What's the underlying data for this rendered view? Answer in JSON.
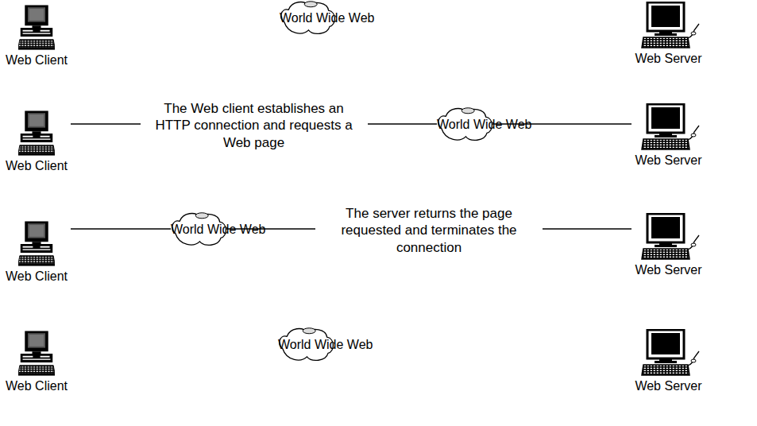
{
  "diagram": {
    "nodes": [
      {
        "text": [
          "Web Client"
        ]
      },
      {
        "text": [
          "World Wide Web"
        ]
      },
      {
        "text": [
          "Web Server"
        ]
      },
      {
        "text": [
          "Web Client"
        ]
      },
      {
        "text": [
          "World Wide Web"
        ]
      },
      {
        "text": [
          "Web Server"
        ]
      },
      {
        "text": [
          "Web Client"
        ]
      },
      {
        "text": [
          "World Wide Web"
        ]
      },
      {
        "text": [
          "Web Server"
        ]
      },
      {
        "text": [
          "Web Client"
        ]
      },
      {
        "text": [
          "World Wide Web"
        ]
      },
      {
        "text": [
          "Web Server"
        ]
      }
    ],
    "edges": [
      {
        "from": 3,
        "to": 4,
        "label": "The Web client establishes an HTTP connection and requests a Web page",
        "arrow": "none"
      },
      {
        "from": 4,
        "to": 5,
        "arrow": "none"
      },
      {
        "from": 6,
        "to": 7,
        "arrow": "none"
      },
      {
        "from": 7,
        "to": 8,
        "label": "The server returns the page requested and terminates the connection",
        "arrow": "none"
      }
    ]
  }
}
